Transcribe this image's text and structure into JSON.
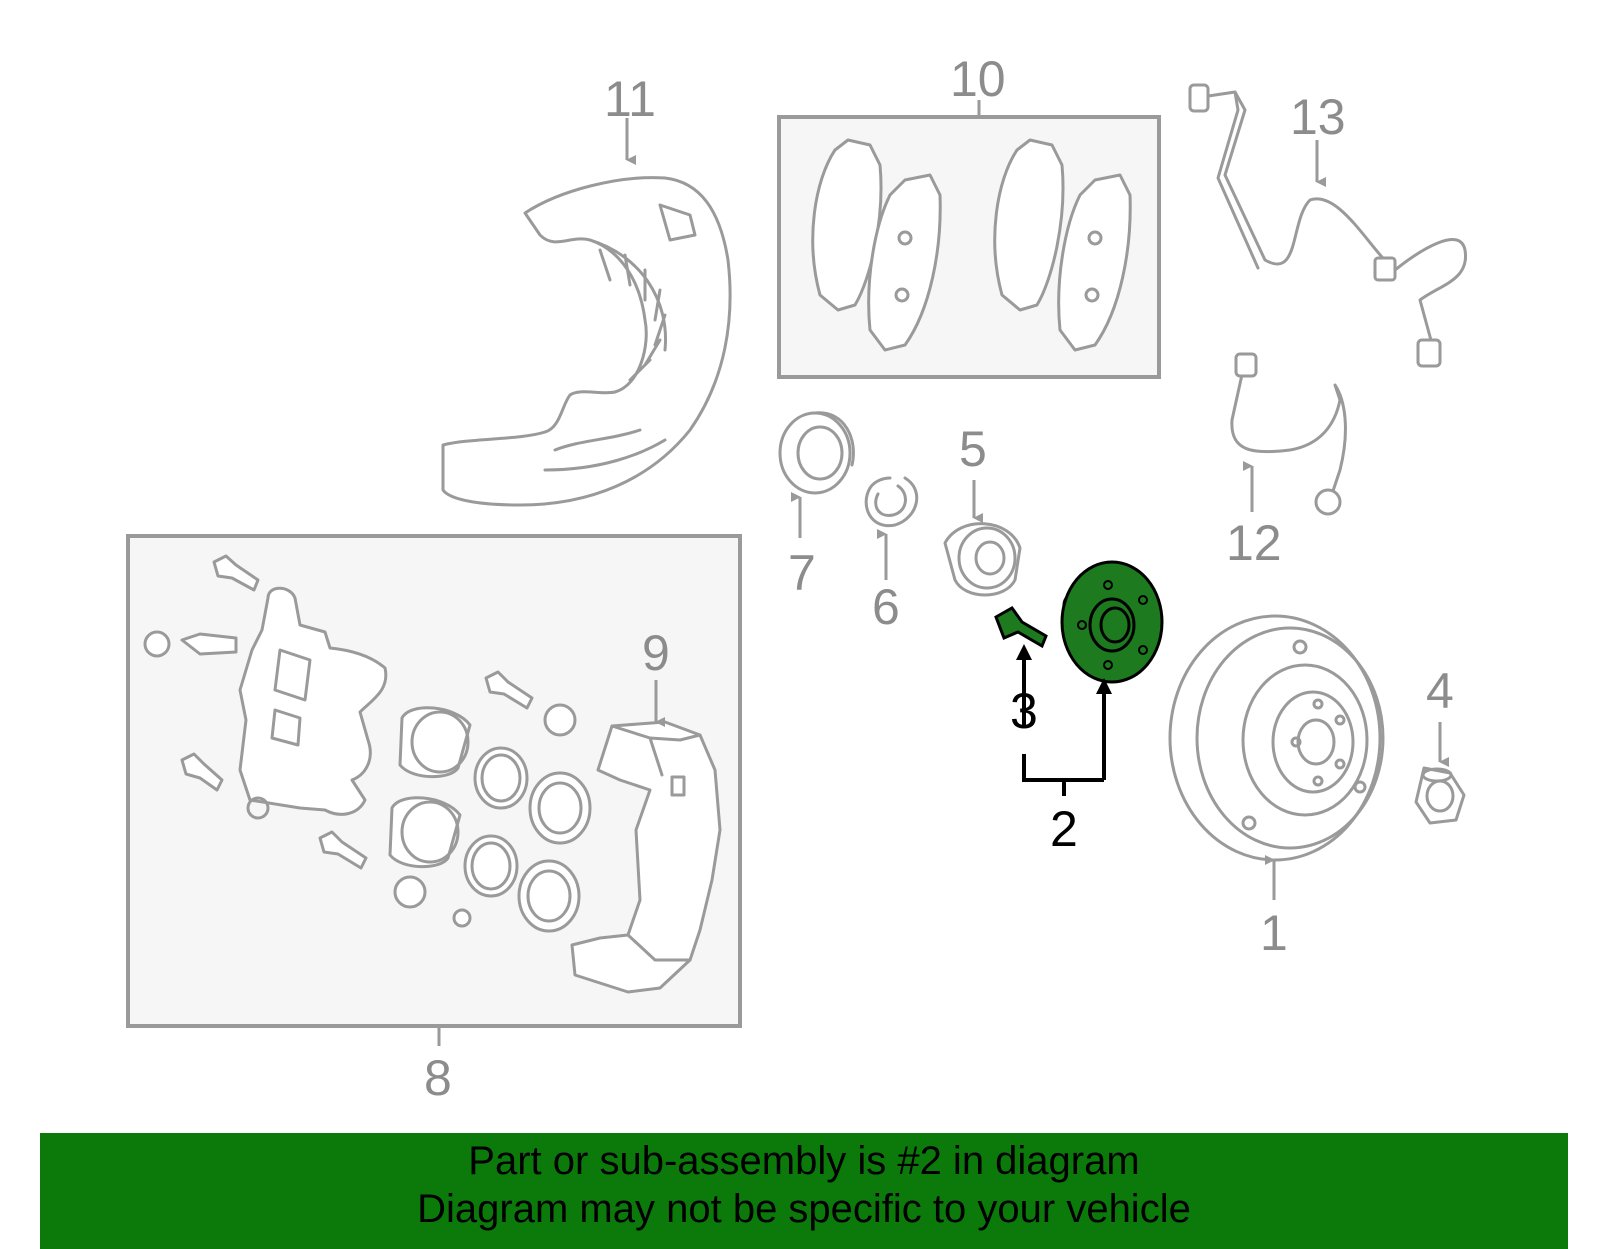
{
  "callouts": {
    "c1": "1",
    "c2": "2",
    "c3": "3",
    "c4": "4",
    "c5": "5",
    "c6": "6",
    "c7": "7",
    "c8": "8",
    "c9": "9",
    "c10": "10",
    "c11": "11",
    "c12": "12",
    "c13": "13"
  },
  "banner": {
    "line1": "Part or sub-assembly is #2 in diagram",
    "line2": "Diagram may not be specific to your vehicle"
  },
  "colors": {
    "highlight": "#1e7a1e",
    "banner": "#0b7a0b",
    "part_outline": "#9a9a9a"
  }
}
